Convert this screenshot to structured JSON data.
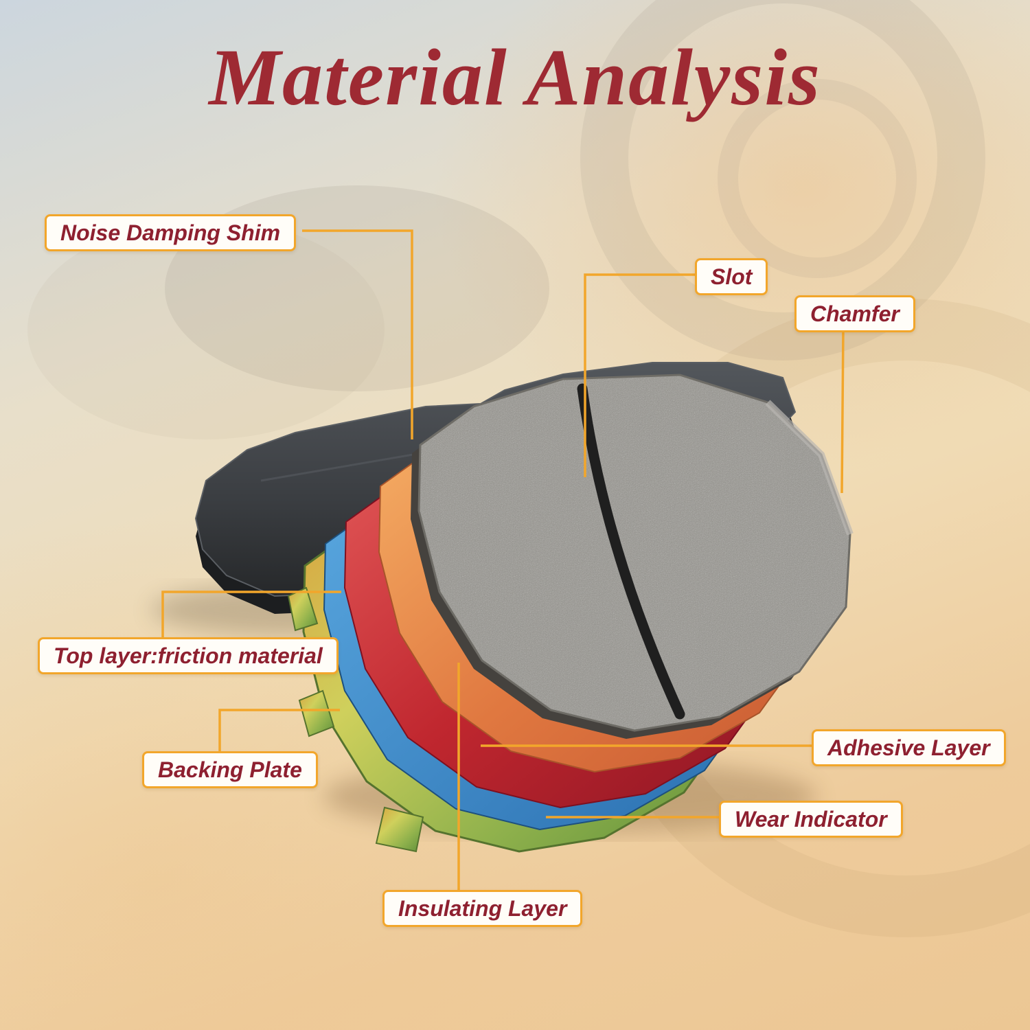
{
  "page": {
    "title": "Material Analysis"
  },
  "colors": {
    "title_text": "#9e2a33",
    "label_text": "#8e2030",
    "callout_border": "#f2a62b",
    "leader_line": "#f2a62b",
    "friction_gray": "#96948e",
    "insulating_orange": "#e07840",
    "adhesive_red": "#c0272f",
    "wear_indicator_blue": "#2a6fb0",
    "backing_plate_green": "#8fb14c",
    "rear_pad_dark": "#35383b"
  },
  "callouts": {
    "noise_damping_shim": {
      "label": "Noise Damping Shim"
    },
    "slot": {
      "label": "Slot"
    },
    "chamfer": {
      "label": "Chamfer"
    },
    "top_layer_friction_material": {
      "label": "Top layer:friction material"
    },
    "backing_plate": {
      "label": "Backing Plate"
    },
    "adhesive_layer": {
      "label": "Adhesive Layer"
    },
    "wear_indicator": {
      "label": "Wear Indicator"
    },
    "insulating_layer": {
      "label": "Insulating Layer"
    }
  },
  "diagram": {
    "subject": "Brake pad material cutaway illustration"
  }
}
